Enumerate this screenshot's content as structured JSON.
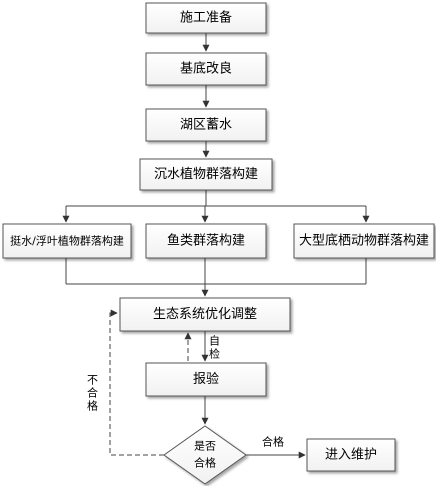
{
  "nodes": {
    "prep": "施工准备",
    "base": "基底改良",
    "water": "湖区蓄水",
    "submerged": "沉水植物群落构建",
    "emergent": "挺水/浮叶植物群落构建",
    "fish": "鱼类群落构建",
    "benthic": "大型底栖动物群落构建",
    "optimize": "生态系统优化调整",
    "inspect": "报验",
    "qualified_q_line1": "是否",
    "qualified_q_line2": "合格",
    "maintain": "进入维护"
  },
  "edges": {
    "self_check_line1": "自",
    "self_check_line2": "检",
    "pass": "合格",
    "fail_1": "不",
    "fail_2": "合",
    "fail_3": "格"
  }
}
